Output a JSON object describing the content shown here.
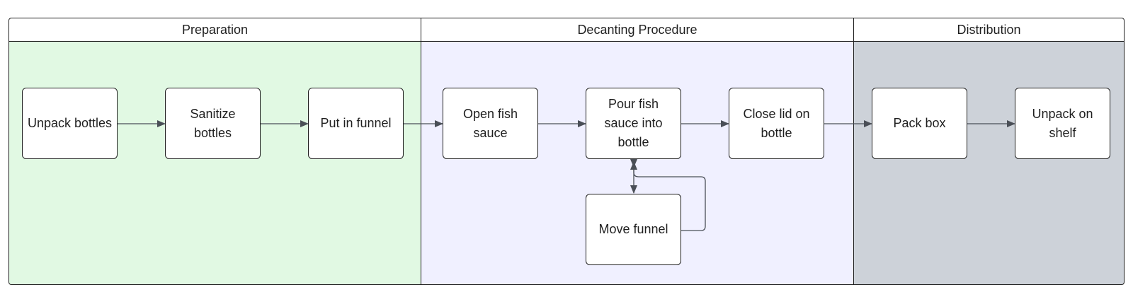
{
  "lanes": [
    {
      "title": "Preparation",
      "color": "#e1f9e3"
    },
    {
      "title": "Decanting Procedure",
      "color": "#f0f0ff"
    },
    {
      "title": "Distribution",
      "color": "#cdd2d9"
    }
  ],
  "nodes": {
    "unpack_bottles": "Unpack bottles",
    "sanitize_bottles": "Sanitize bottles",
    "put_in_funnel": "Put in funnel",
    "open_fish_sauce": "Open fish sauce",
    "pour_fish_sauce": "Pour fish sauce into bottle",
    "close_lid": "Close lid on bottle",
    "move_funnel": "Move funnel",
    "pack_box": "Pack box",
    "unpack_on_shelf": "Unpack on shelf"
  },
  "connector_color": "#4a4f57"
}
